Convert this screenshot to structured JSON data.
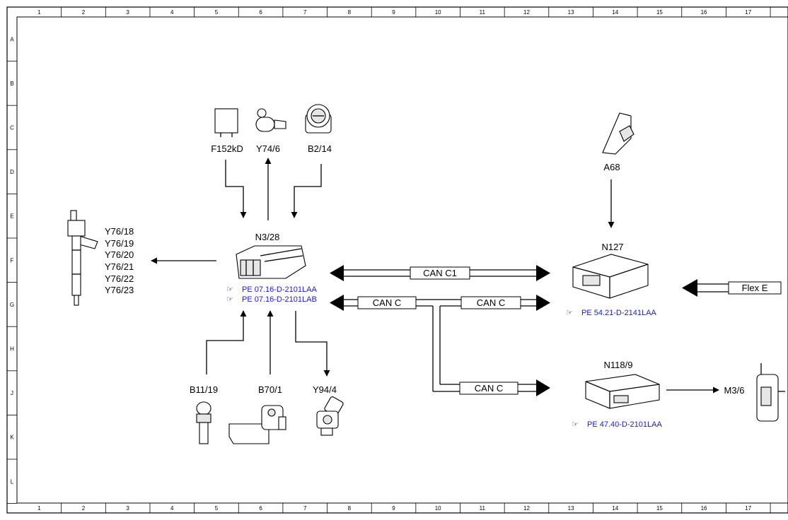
{
  "ruler": {
    "columns": [
      "1",
      "2",
      "3",
      "4",
      "5",
      "6",
      "7",
      "8",
      "9",
      "10",
      "11",
      "12",
      "13",
      "14",
      "15",
      "16",
      "17"
    ],
    "rows": [
      "A",
      "B",
      "C",
      "D",
      "E",
      "F",
      "G",
      "H",
      "J",
      "K",
      "L"
    ]
  },
  "components": {
    "f152kd": "F152kD",
    "y74_6": "Y74/6",
    "b2_14": "B2/14",
    "n3_28": "N3/28",
    "a68": "A68",
    "n127": "N127",
    "n118_9": "N118/9",
    "m3_6": "M3/6",
    "b11_19": "B11/19",
    "b70_1": "B70/1",
    "y94_4": "Y94/4",
    "injectors": [
      "Y76/18",
      "Y76/19",
      "Y76/20",
      "Y76/21",
      "Y76/22",
      "Y76/23"
    ]
  },
  "buses": {
    "can_c1": "CAN C1",
    "can_c_left": "CAN C",
    "can_c_right": "CAN C",
    "can_c_lower": "CAN C",
    "flex_e": "Flex E"
  },
  "references": {
    "n3_28_a": "PE 07.16-D-2101LAA",
    "n3_28_b": "PE 07.16-D-2101LAB",
    "n127": "PE 54.21-D-2141LAA",
    "n118_9": "PE 47.40-D-2101LAA"
  },
  "icons": {
    "ref": "pointing-hand-icon"
  }
}
